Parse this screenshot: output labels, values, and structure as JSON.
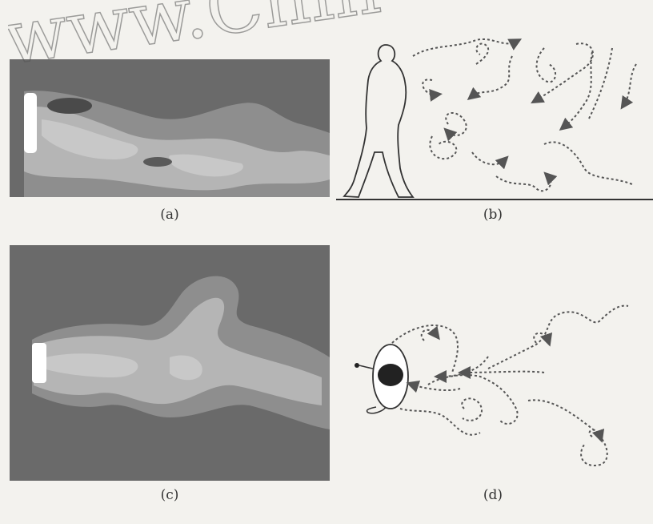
{
  "figure": {
    "watermark": "www.Chin",
    "panels": [
      {
        "id": "a",
        "caption": "(a)"
      },
      {
        "id": "b",
        "caption": "(b)"
      },
      {
        "id": "c",
        "caption": "(c)"
      },
      {
        "id": "d",
        "caption": "(d)"
      }
    ]
  },
  "colors": {
    "background": "#f3f2ee",
    "plot_dark": "#6a6a6a",
    "plot_mid": "#8e8e8e",
    "plot_light": "#b5b5b5",
    "plot_lighter": "#c8c8c8",
    "obstacle": "#ffffff",
    "sketch_line": "#444444",
    "arrow": "#555555"
  }
}
